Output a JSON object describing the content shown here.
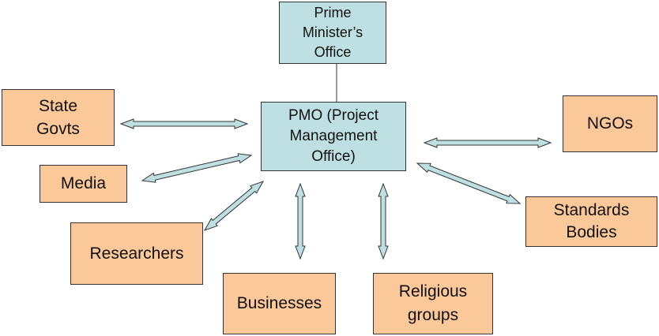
{
  "diagram": {
    "nodes": {
      "prime_minister": "Prime\nMinister’s\nOffice",
      "pmo": "PMO (Project\nManagement\nOffice)",
      "state_govts": "State\nGovts",
      "media": "Media",
      "researchers": "Researchers",
      "businesses": "Businesses",
      "religious_groups": "Religious\ngroups",
      "ngos": "NGOs",
      "standards_bodies": "Standards\nBodies"
    },
    "edges": [
      {
        "from": "prime_minister",
        "to": "pmo",
        "type": "line"
      },
      {
        "from": "pmo",
        "to": "state_govts",
        "type": "double-arrow"
      },
      {
        "from": "pmo",
        "to": "media",
        "type": "double-arrow"
      },
      {
        "from": "pmo",
        "to": "researchers",
        "type": "double-arrow"
      },
      {
        "from": "pmo",
        "to": "businesses",
        "type": "double-arrow"
      },
      {
        "from": "pmo",
        "to": "religious_groups",
        "type": "double-arrow"
      },
      {
        "from": "pmo",
        "to": "ngos",
        "type": "double-arrow"
      },
      {
        "from": "pmo",
        "to": "standards_bodies",
        "type": "double-arrow"
      }
    ],
    "colors": {
      "central_fill": "#bfe0e3",
      "stakeholder_fill": "#fbc89a",
      "arrow_fill": "#bfe0e3",
      "outline": "#333333"
    }
  }
}
